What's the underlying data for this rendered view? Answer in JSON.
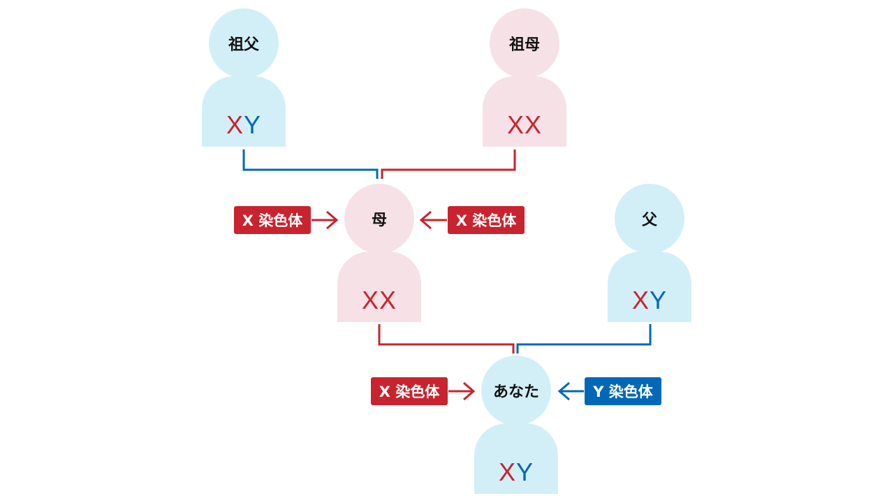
{
  "colors": {
    "x_chromosome": "#c8232e",
    "y_chromosome": "#0068b7",
    "male_fill": "#d2eff8",
    "female_fill": "#f6e1e7"
  },
  "people": {
    "grandfather": {
      "label": "祖父",
      "chromosomes": [
        "X",
        "Y"
      ]
    },
    "grandmother": {
      "label": "祖母",
      "chromosomes": [
        "X",
        "X"
      ]
    },
    "mother": {
      "label": "母",
      "chromosomes": [
        "X",
        "X"
      ]
    },
    "father": {
      "label": "父",
      "chromosomes": [
        "X",
        "Y"
      ]
    },
    "you": {
      "label": "あなた",
      "chromosomes": [
        "X",
        "Y"
      ]
    }
  },
  "tags": {
    "mother_left": "X 染色体",
    "mother_right": "X 染色体",
    "you_left": "X 染色体",
    "you_right": "Y 染色体"
  }
}
